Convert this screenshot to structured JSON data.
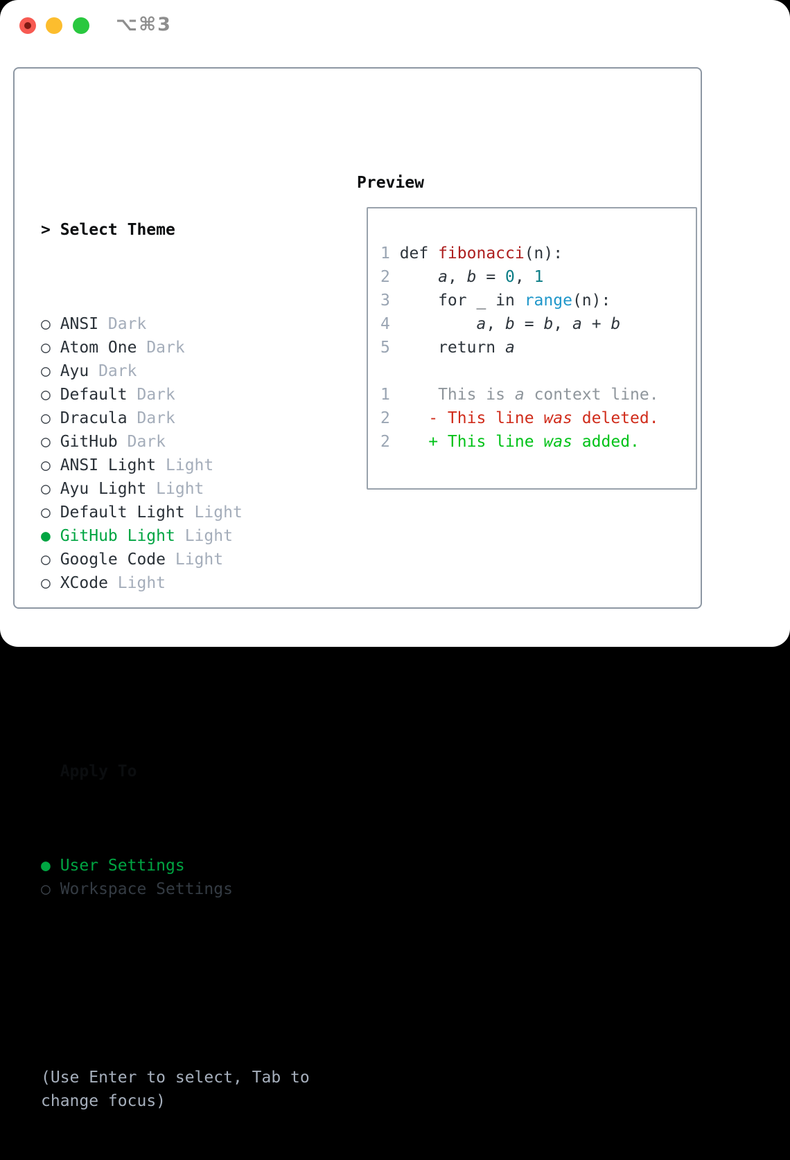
{
  "titlebar": {
    "shortcut": "⌥⌘3",
    "buttons": [
      "close",
      "minimize",
      "zoom"
    ]
  },
  "sidebar": {
    "header": {
      "marker": ">",
      "label": "Select Theme"
    },
    "markers": {
      "selected": "●",
      "unselected": "○"
    },
    "themes": [
      {
        "name": "ANSI",
        "variant": "Dark",
        "selected": false
      },
      {
        "name": "Atom One",
        "variant": "Dark",
        "selected": false
      },
      {
        "name": "Ayu",
        "variant": "Dark",
        "selected": false
      },
      {
        "name": "Default",
        "variant": "Dark",
        "selected": false
      },
      {
        "name": "Dracula",
        "variant": "Dark",
        "selected": false
      },
      {
        "name": "GitHub",
        "variant": "Dark",
        "selected": false
      },
      {
        "name": "ANSI Light",
        "variant": "Light",
        "selected": false
      },
      {
        "name": "Ayu Light",
        "variant": "Light",
        "selected": false
      },
      {
        "name": "Default Light",
        "variant": "Light",
        "selected": false
      },
      {
        "name": "GitHub Light",
        "variant": "Light",
        "selected": true
      },
      {
        "name": "Google Code",
        "variant": "Light",
        "selected": false
      },
      {
        "name": "XCode",
        "variant": "Light",
        "selected": false
      }
    ],
    "apply_to": {
      "label": "Apply To",
      "options": [
        {
          "label": "User Settings",
          "selected": true
        },
        {
          "label": "Workspace Settings",
          "selected": false
        }
      ]
    },
    "hint_lines": [
      "(Use Enter to select, Tab to",
      "change focus)"
    ]
  },
  "preview": {
    "title": "Preview",
    "code_lines": [
      {
        "lineno": "1",
        "tokens": [
          {
            "text": "def ",
            "style": "plain"
          },
          {
            "text": "fibonacci",
            "style": "fn"
          },
          {
            "text": "(n):",
            "style": "plain"
          }
        ]
      },
      {
        "lineno": "2",
        "tokens": [
          {
            "text": "    ",
            "style": "plain"
          },
          {
            "text": "a",
            "style": "var"
          },
          {
            "text": ", ",
            "style": "plain"
          },
          {
            "text": "b",
            "style": "var"
          },
          {
            "text": " = ",
            "style": "plain"
          },
          {
            "text": "0",
            "style": "num"
          },
          {
            "text": ", ",
            "style": "plain"
          },
          {
            "text": "1",
            "style": "num"
          }
        ]
      },
      {
        "lineno": "3",
        "tokens": [
          {
            "text": "    for _ in ",
            "style": "plain"
          },
          {
            "text": "range",
            "style": "builtin"
          },
          {
            "text": "(n):",
            "style": "plain"
          }
        ]
      },
      {
        "lineno": "4",
        "tokens": [
          {
            "text": "        ",
            "style": "plain"
          },
          {
            "text": "a",
            "style": "var"
          },
          {
            "text": ", ",
            "style": "plain"
          },
          {
            "text": "b",
            "style": "var"
          },
          {
            "text": " = ",
            "style": "plain"
          },
          {
            "text": "b",
            "style": "var"
          },
          {
            "text": ", ",
            "style": "plain"
          },
          {
            "text": "a",
            "style": "var"
          },
          {
            "text": " + ",
            "style": "plain"
          },
          {
            "text": "b",
            "style": "var"
          }
        ]
      },
      {
        "lineno": "5",
        "tokens": [
          {
            "text": "    return ",
            "style": "plain"
          },
          {
            "text": "a",
            "style": "var"
          }
        ]
      },
      {
        "lineno": "",
        "tokens": []
      },
      {
        "lineno": "1",
        "tokens": [
          {
            "text": "    This is ",
            "style": "ctx"
          },
          {
            "text": "a",
            "style": "ctx_i"
          },
          {
            "text": " context line.",
            "style": "ctx"
          }
        ]
      },
      {
        "lineno": "2",
        "tokens": [
          {
            "text": "   - This line ",
            "style": "del"
          },
          {
            "text": "was",
            "style": "del_i"
          },
          {
            "text": " deleted.",
            "style": "del"
          }
        ]
      },
      {
        "lineno": "2",
        "tokens": [
          {
            "text": "   + This line ",
            "style": "add"
          },
          {
            "text": "was",
            "style": "add_i"
          },
          {
            "text": " added.",
            "style": "add"
          }
        ]
      }
    ]
  },
  "colors": {
    "selection_green": "#00a542",
    "diff_added_green": "#00c218",
    "diff_deleted_red": "#d02c1b",
    "function_red": "#ad1f1f",
    "number_teal": "#0c7d86",
    "builtin_blue": "#2097ca",
    "muted_gray": "#a4adba",
    "border_gray": "#8d97a3",
    "traffic_red": "#f75a52",
    "traffic_yellow": "#fcbd2e",
    "traffic_green": "#29c83f"
  }
}
